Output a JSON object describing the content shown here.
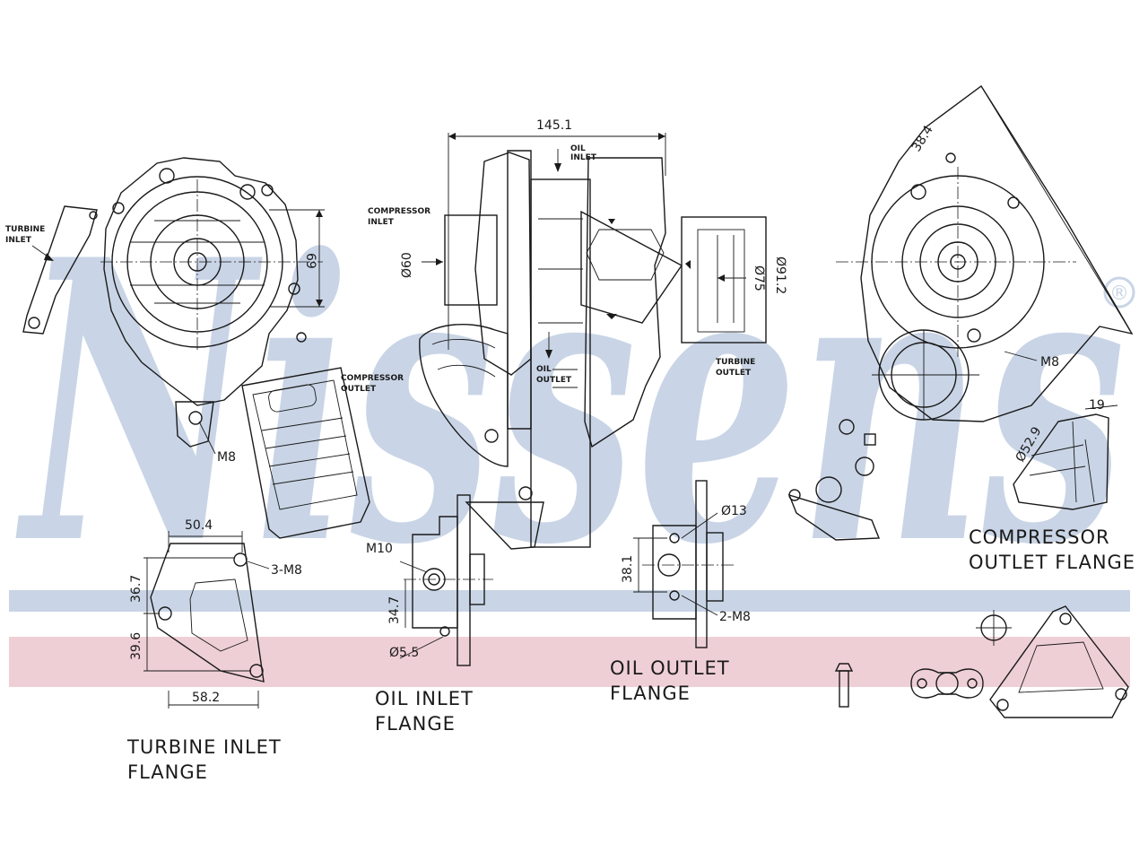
{
  "watermark": {
    "brand_text": "Nissens",
    "registered_mark": "®",
    "color": "#c9d5e6",
    "stripe_blue": "#c9d5e6",
    "stripe_red": "#efcfd6"
  },
  "captions": {
    "turbine_inlet_flange": [
      "TURBINE  INLET",
      "FLANGE"
    ],
    "oil_inlet_flange": [
      "OIL  INLET",
      "FLANGE"
    ],
    "oil_outlet_flange": [
      "OIL  OUTLET",
      "FLANGE"
    ],
    "compressor_outlet_flange": [
      "COMPRESSOR",
      "OUTLET  FLANGE"
    ]
  },
  "labels": {
    "turbine_inlet": [
      "TURBINE",
      "INLET"
    ],
    "compressor_inlet": [
      "COMPRESSOR",
      "INLET"
    ],
    "compressor_outlet": [
      "COMPRESSOR",
      "OUTLET"
    ],
    "oil_inlet": [
      "OIL",
      "INLET"
    ],
    "oil_outlet": [
      "OIL",
      "OUTLET"
    ],
    "turbine_outlet": [
      "TURBINE",
      "OUTLET"
    ]
  },
  "dimensions": {
    "overall_length": "145.1",
    "turbine_height": "69",
    "compressor_inlet_dia": "Ø60",
    "turbine_outlet_dia": "Ø75",
    "turbine_outlet_outer_dia": "Ø91.2",
    "compressor_angle": "38.4",
    "m8_turbine": "M8",
    "m8_compressor": "M8",
    "outlet_flange_dia": "Ø52.9",
    "outlet_flange_width": "19",
    "turbine_flange_top": "50.4",
    "turbine_flange_bolts": "3-M8",
    "turbine_flange_upper_h": "36.7",
    "turbine_flange_lower_h": "39.6",
    "turbine_flange_bottom": "58.2",
    "oil_inlet_thread": "M10",
    "oil_inlet_height": "34.7",
    "oil_inlet_hole": "Ø5.5",
    "oil_outlet_dia": "Ø13",
    "oil_outlet_height": "38.1",
    "oil_outlet_bolts": "2-M8"
  }
}
